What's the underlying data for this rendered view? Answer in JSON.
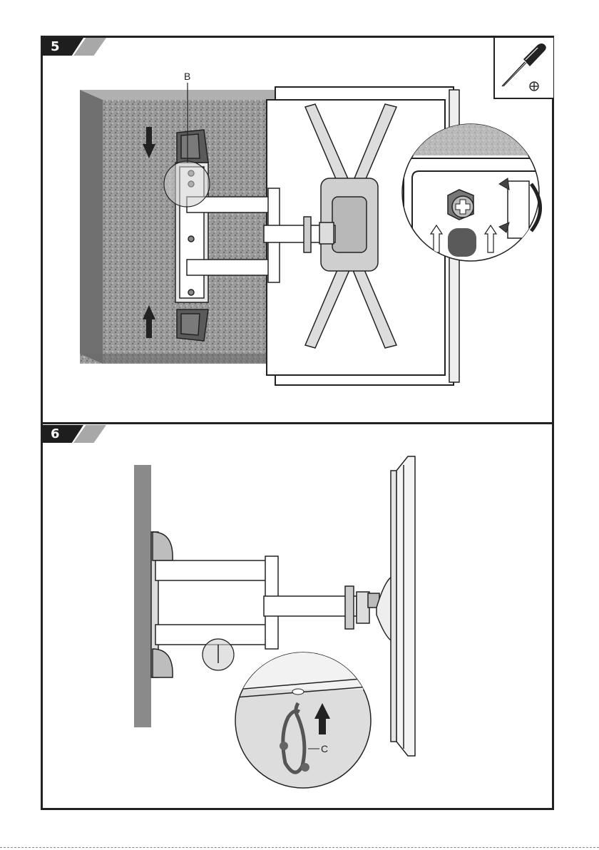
{
  "steps": [
    {
      "number": "5",
      "part_label": "B"
    },
    {
      "number": "6",
      "part_label": "C"
    }
  ],
  "tool": {
    "icon": "phillips-screwdriver-icon",
    "symbol": "⊕"
  },
  "colors": {
    "ink": "#222222",
    "wall_grey": "#8a8a8a",
    "tab_grey": "#a8a8a8",
    "tab_dark": "#1e1e1e"
  }
}
